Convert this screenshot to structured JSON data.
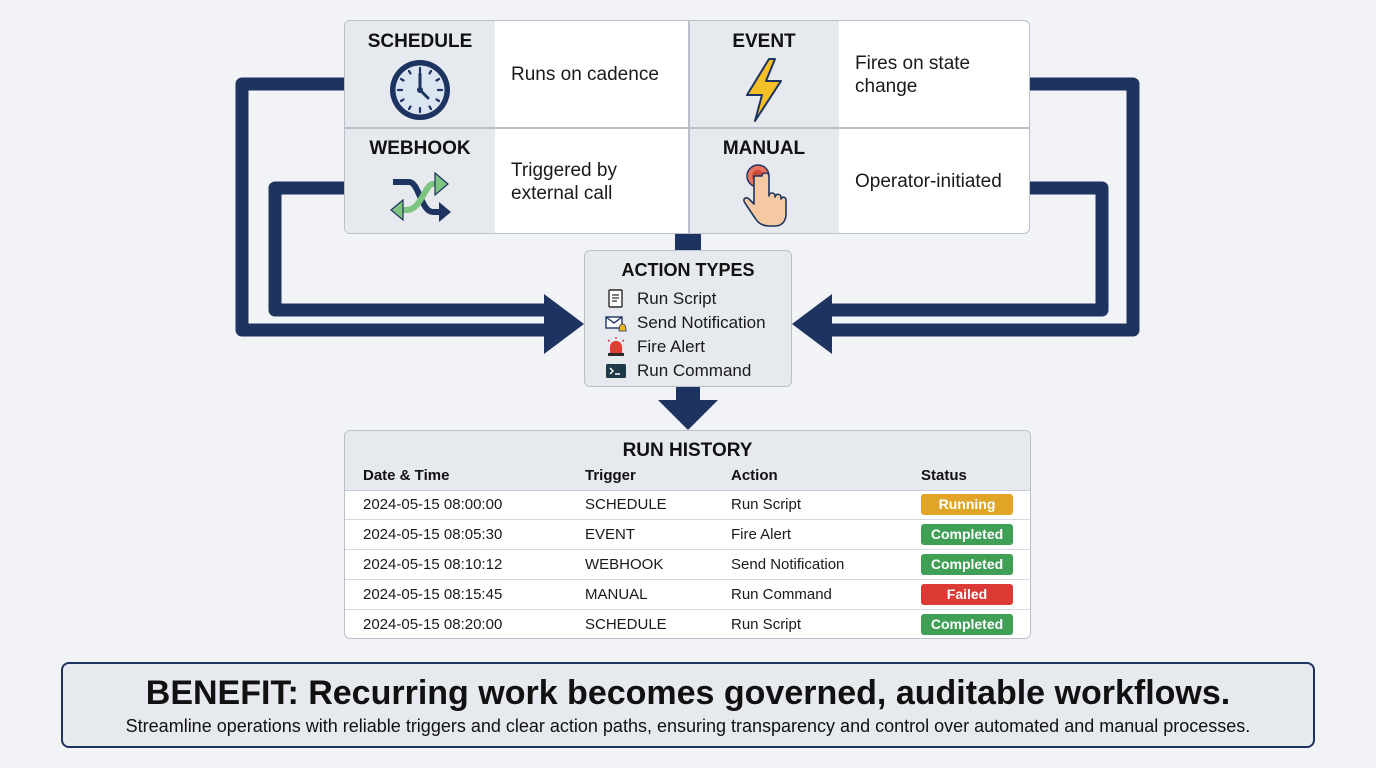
{
  "triggers": [
    {
      "title": "SCHEDULE",
      "icon": "clock-icon",
      "description": "Runs on cadence"
    },
    {
      "title": "EVENT",
      "icon": "lightning-bolt-icon",
      "description": "Fires on state change"
    },
    {
      "title": "WEBHOOK",
      "icon": "crossing-arrows-icon",
      "description": "Triggered by external call"
    },
    {
      "title": "MANUAL",
      "icon": "finger-press-icon",
      "description": "Operator-initiated"
    }
  ],
  "action_types": {
    "title": "ACTION TYPES",
    "items": [
      {
        "label": "Run Script",
        "icon": "script-document-icon"
      },
      {
        "label": "Send Notification",
        "icon": "envelope-bell-icon"
      },
      {
        "label": "Fire Alert",
        "icon": "siren-icon"
      },
      {
        "label": "Run Command",
        "icon": "terminal-icon"
      }
    ]
  },
  "run_history": {
    "title": "RUN HISTORY",
    "columns": [
      "Date & Time",
      "Trigger",
      "Action",
      "Status"
    ],
    "rows": [
      {
        "datetime": "2024-05-15 08:00:00",
        "trigger": "SCHEDULE",
        "action": "Run Script",
        "status": "Running"
      },
      {
        "datetime": "2024-05-15 08:05:30",
        "trigger": "EVENT",
        "action": "Fire Alert",
        "status": "Completed"
      },
      {
        "datetime": "2024-05-15 08:10:12",
        "trigger": "WEBHOOK",
        "action": "Send Notification",
        "status": "Completed"
      },
      {
        "datetime": "2024-05-15 08:15:45",
        "trigger": "MANUAL",
        "action": "Run Command",
        "status": "Failed"
      },
      {
        "datetime": "2024-05-15 08:20:00",
        "trigger": "SCHEDULE",
        "action": "Run Script",
        "status": "Completed"
      }
    ]
  },
  "status_colors": {
    "Running": "#e0a526",
    "Completed": "#3f9f55",
    "Failed": "#dc3a35"
  },
  "benefit": {
    "title": "BENEFIT: Recurring work becomes governed, auditable workflows.",
    "subtitle": "Streamline operations with reliable triggers and clear action paths, ensuring transparency and control over automated and manual processes."
  },
  "colors": {
    "arrow": "#1d3461",
    "panel": "#e6e9ee",
    "border": "#b9c0cb"
  }
}
